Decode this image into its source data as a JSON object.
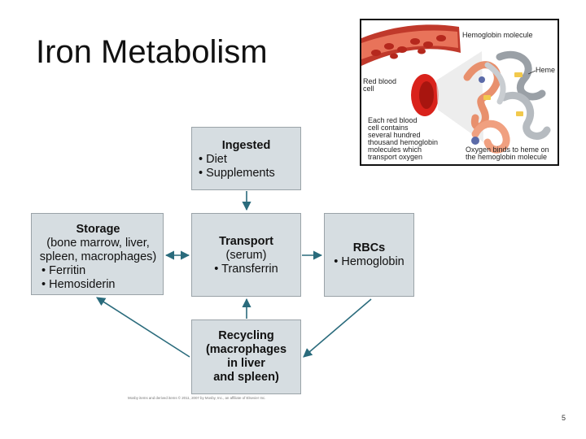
{
  "slide": {
    "title": "Iron Metabolism",
    "slide_number": "5",
    "credit_line": "Mosby items and derived items © 2011, 2007 by Mosby, Inc., an affiliate of Elsevier Inc."
  },
  "diagram": {
    "ingested": {
      "heading": "Ingested",
      "items": [
        "• Diet",
        "• Supplements"
      ]
    },
    "storage": {
      "heading": "Storage",
      "detail_lines": [
        "(bone marrow, liver,",
        "spleen, macrophages)"
      ],
      "items": [
        "• Ferritin",
        "• Hemosiderin"
      ]
    },
    "transport": {
      "heading": "Transport",
      "detail_lines": [
        "(serum)"
      ],
      "items": [
        "• Transferrin"
      ]
    },
    "rbcs": {
      "heading": "RBCs",
      "items": [
        "• Hemoglobin"
      ]
    },
    "recycling": {
      "heading_lines": [
        "Recycling",
        "(macrophages",
        "in liver",
        "and spleen)"
      ]
    },
    "arrow_color": "#2a6b7c",
    "box_color": "#d6dde1"
  },
  "illustration": {
    "labels": {
      "hemoglobin_molecule": "Hemoglobin molecule",
      "heme": "Heme",
      "red_blood_cell": [
        "Red blood",
        "cell"
      ],
      "rbc_caption": [
        "Each red blood",
        "cell contains",
        "several hundred",
        "thousand hemoglobin",
        "molecules which",
        "transport oxygen"
      ],
      "oxygen_caption": [
        "Oxygen binds to heme on",
        "the hemoglobin molecule"
      ]
    }
  }
}
